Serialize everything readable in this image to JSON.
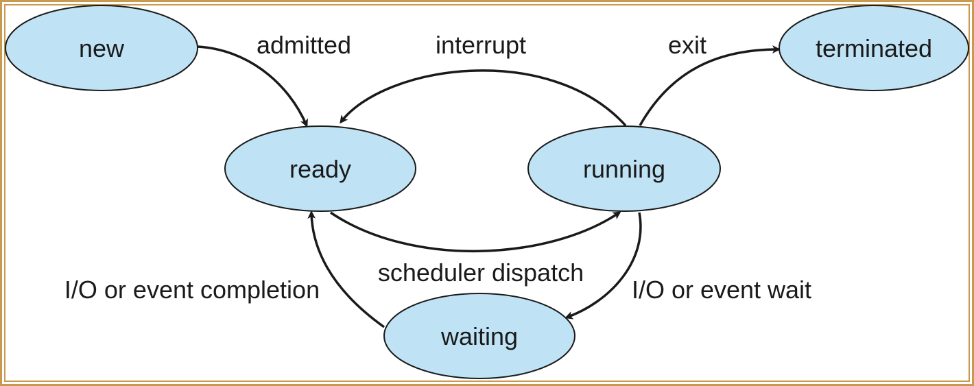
{
  "diagram": {
    "states": {
      "new": "new",
      "ready": "ready",
      "running": "running",
      "waiting": "waiting",
      "terminated": "terminated"
    },
    "transitions": {
      "admitted": "admitted",
      "interrupt": "interrupt",
      "exit": "exit",
      "scheduler_dispatch": "scheduler dispatch",
      "io_event_completion": "I/O or event completion",
      "io_event_wait": "I/O or event wait"
    },
    "colors": {
      "node_fill": "#bfe3f5",
      "border": "#c99a4e"
    }
  }
}
